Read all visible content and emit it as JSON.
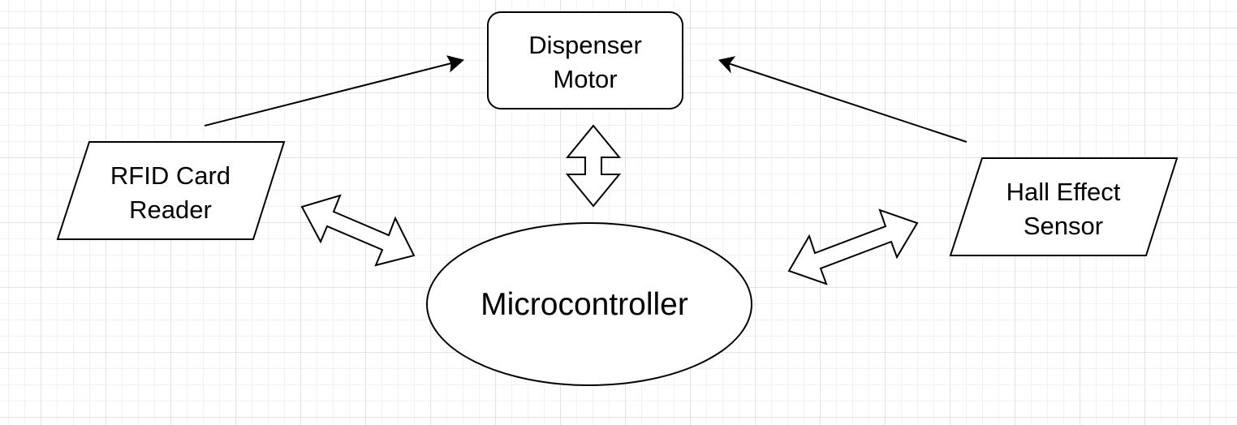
{
  "diagram": {
    "nodes": {
      "dispenser_motor": {
        "shape": "rounded-rectangle",
        "lines": [
          "Dispenser",
          "Motor"
        ]
      },
      "rfid_reader": {
        "shape": "parallelogram",
        "lines": [
          "RFID Card",
          "Reader"
        ]
      },
      "hall_sensor": {
        "shape": "parallelogram",
        "lines": [
          "Hall Effect",
          "Sensor"
        ]
      },
      "microcontroller": {
        "shape": "ellipse",
        "lines": [
          "Microcontroller"
        ]
      }
    },
    "edges": [
      {
        "from": "rfid_reader",
        "to": "dispenser_motor",
        "type": "directed-line"
      },
      {
        "from": "hall_sensor",
        "to": "dispenser_motor",
        "type": "directed-line"
      },
      {
        "from": "dispenser_motor",
        "to": "microcontroller",
        "type": "bidirectional-block-arrow"
      },
      {
        "from": "rfid_reader",
        "to": "microcontroller",
        "type": "bidirectional-block-arrow"
      },
      {
        "from": "hall_sensor",
        "to": "microcontroller",
        "type": "bidirectional-block-arrow"
      }
    ],
    "colors": {
      "stroke": "#000000",
      "fill": "#ffffff",
      "grid_major": "#e2e2e2",
      "grid_minor": "#f2f2f2"
    }
  }
}
